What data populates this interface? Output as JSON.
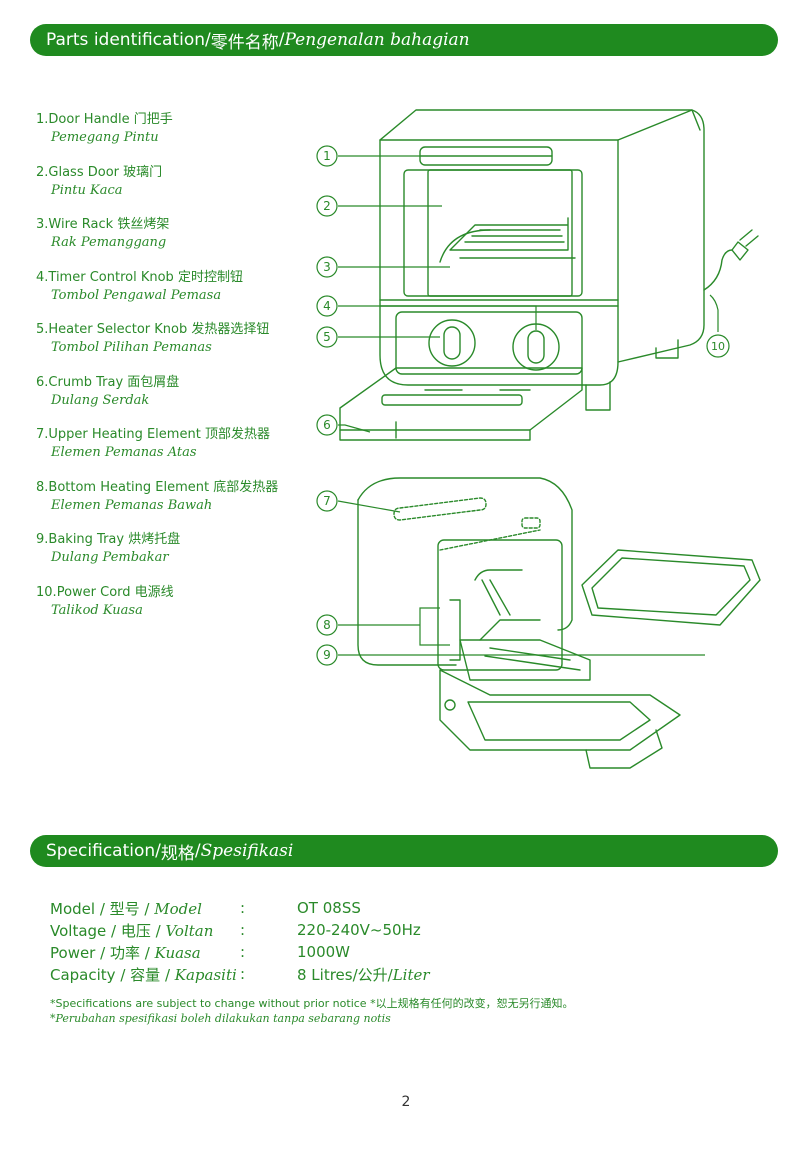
{
  "header_parts": {
    "en": "Parts identification",
    "zh": "零件名称",
    "ms": "Pengenalan bahagian",
    "sep": " / "
  },
  "parts": [
    {
      "num": "1.",
      "en": "Door Handle",
      "zh": "门把手",
      "ms": "Pemegang Pintu"
    },
    {
      "num": "2.",
      "en": "Glass Door",
      "zh": "玻璃门",
      "ms": "Pintu Kaca"
    },
    {
      "num": "3.",
      "en": "Wire Rack",
      "zh": "铁丝烤架",
      "ms": "Rak Pemanggang"
    },
    {
      "num": "4.",
      "en": "Timer Control Knob",
      "zh": "定时控制钮",
      "ms": "Tombol Pengawal Pemasa"
    },
    {
      "num": "5.",
      "en": "Heater Selector Knob",
      "zh": "发热器选择钮",
      "ms": "Tombol Pilihan Pemanas"
    },
    {
      "num": "6.",
      "en": "Crumb Tray",
      "zh": "面包屑盘",
      "ms": "Dulang Serdak"
    },
    {
      "num": "7.",
      "en": "Upper Heating Element",
      "zh": "顶部发热器",
      "ms": "Elemen Pemanas Atas"
    },
    {
      "num": "8.",
      "en": "Bottom Heating Element",
      "zh": "底部发热器",
      "ms": "Elemen Pemanas Bawah"
    },
    {
      "num": "9.",
      "en": "Baking Tray",
      "zh": "烘烤托盘",
      "ms": "Dulang Pembakar"
    },
    {
      "num": "10.",
      "en": "Power Cord",
      "zh": "电源线",
      "ms": "Talikod Kuasa"
    }
  ],
  "callouts": [
    "1",
    "2",
    "3",
    "4",
    "5",
    "6",
    "7",
    "8",
    "9",
    "10"
  ],
  "header_spec": {
    "en": "Specification",
    "zh": "规格",
    "ms": "Spesifikasi",
    "sep": " / "
  },
  "specs": [
    {
      "en": "Model",
      "zh": "型号",
      "ms": "Model",
      "value": "OT 08SS",
      "value_it": ""
    },
    {
      "en": "Voltage",
      "zh": "电压",
      "ms": "Voltan",
      "value": "220-240V~50Hz",
      "value_it": ""
    },
    {
      "en": "Power",
      "zh": "功率",
      "ms": "Kuasa",
      "value": "1000W",
      "value_it": ""
    },
    {
      "en": "Capacity",
      "zh": "容量",
      "ms": "Kapasiti",
      "value": "8 Litres/公升/",
      "value_it": "Liter"
    }
  ],
  "spec_colon": ":",
  "notes": {
    "line1": "*Specifications are subject to change without prior notice  *以上规格有任何的改变，恕无另行通知。",
    "line2": "*Perubahan spesifikasi boleh dilakukan tanpa sebarang notis"
  },
  "page_number": "2",
  "colors": {
    "brand_green": "#1f8a1f",
    "line_green": "#2a8a2a"
  }
}
